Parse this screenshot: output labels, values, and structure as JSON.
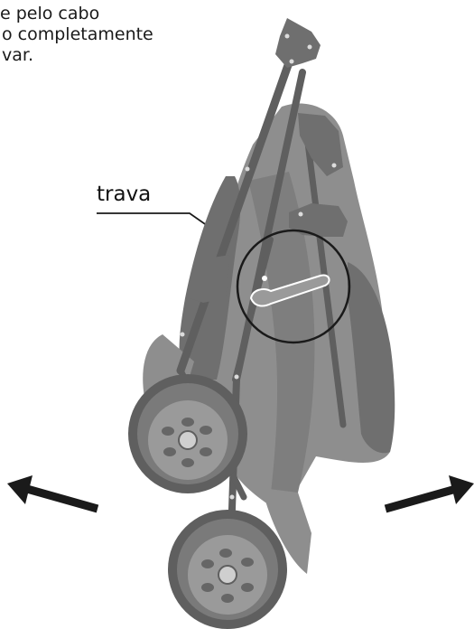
{
  "instructions": {
    "lines": [
      "e pelo cabo",
      "o completamente",
      "var."
    ]
  },
  "callout": {
    "label": "trava"
  },
  "colors": {
    "frame": "#5f5f5f",
    "canopy": "#8e8e8e",
    "canopy_dark": "#6f6f6f",
    "wheel": "#7a7a7a",
    "wheel_hub": "#b9b9b9",
    "arrow": "#1a1a1a"
  },
  "icons": {
    "left_arrow": "arrow-left-icon",
    "right_arrow": "arrow-right-icon"
  }
}
